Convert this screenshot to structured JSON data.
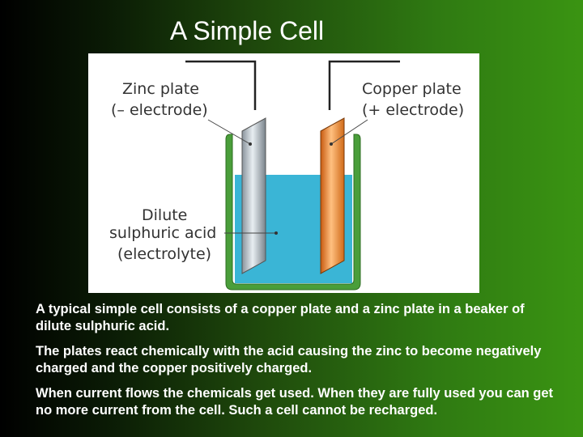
{
  "title": "A Simple Cell",
  "diagram": {
    "zinc_label_line1": "Zinc plate",
    "zinc_label_line2": "(– electrode)",
    "copper_label_line1": "Copper plate",
    "copper_label_line2": "(+ electrode)",
    "acid_label_line1": "Dilute",
    "acid_label_line2": "sulphuric acid",
    "acid_label_line3": "(electrolyte)",
    "colors": {
      "electrolyte": "#3ab5d6",
      "beaker": "#4a9e3a",
      "zinc": "#b8c2cc",
      "copper": "#e8802a"
    }
  },
  "paragraphs": [
    "A typical simple cell consists of a copper plate and a zinc plate in a beaker of dilute sulphuric acid.",
    "The plates react chemically with the acid causing the zinc to become negatively charged and the copper positively charged.",
    "When current flows the chemicals get used. When they are fully used you can get no more current from the cell. Such a cell cannot be recharged."
  ]
}
